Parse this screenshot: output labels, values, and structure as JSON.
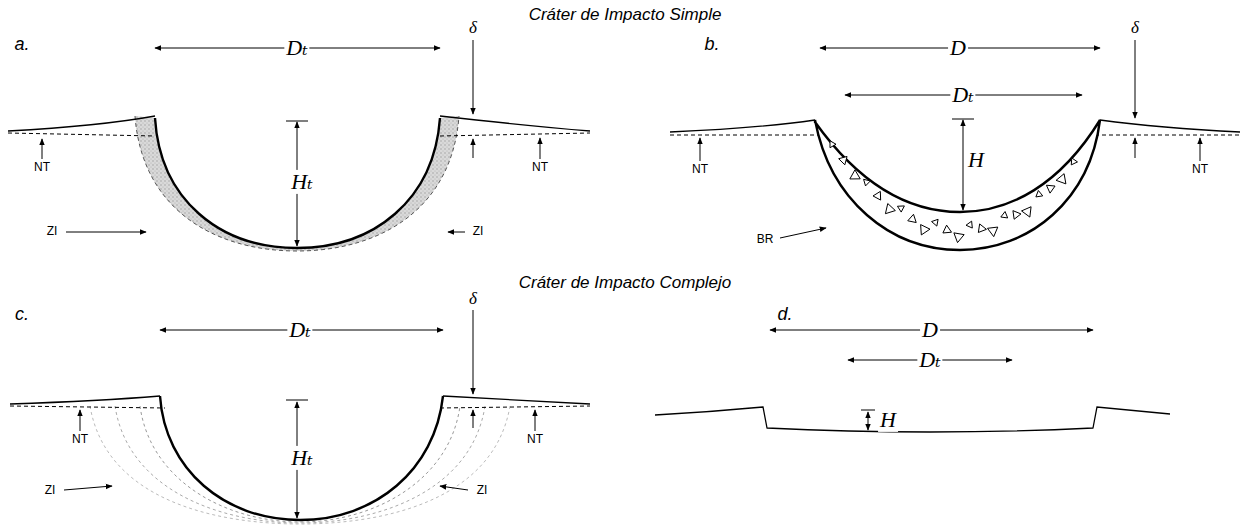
{
  "diagram": {
    "labels": [
      "Cráter de Impacto Simple",
      "a.",
      "Dₜ",
      "δ",
      "Hₜ",
      "NT",
      "NT",
      "ZI",
      "ZI",
      "b.",
      "D",
      "Dₜ",
      "δ",
      "H",
      "NT",
      "NT",
      "BR",
      "Cráter de Impacto Complejo",
      "c.",
      "Dₜ",
      "δ",
      "Hₜ",
      "NT",
      "NT",
      "ZI",
      "ZI",
      "d.",
      "D",
      "Dₜ",
      "H"
    ]
  }
}
